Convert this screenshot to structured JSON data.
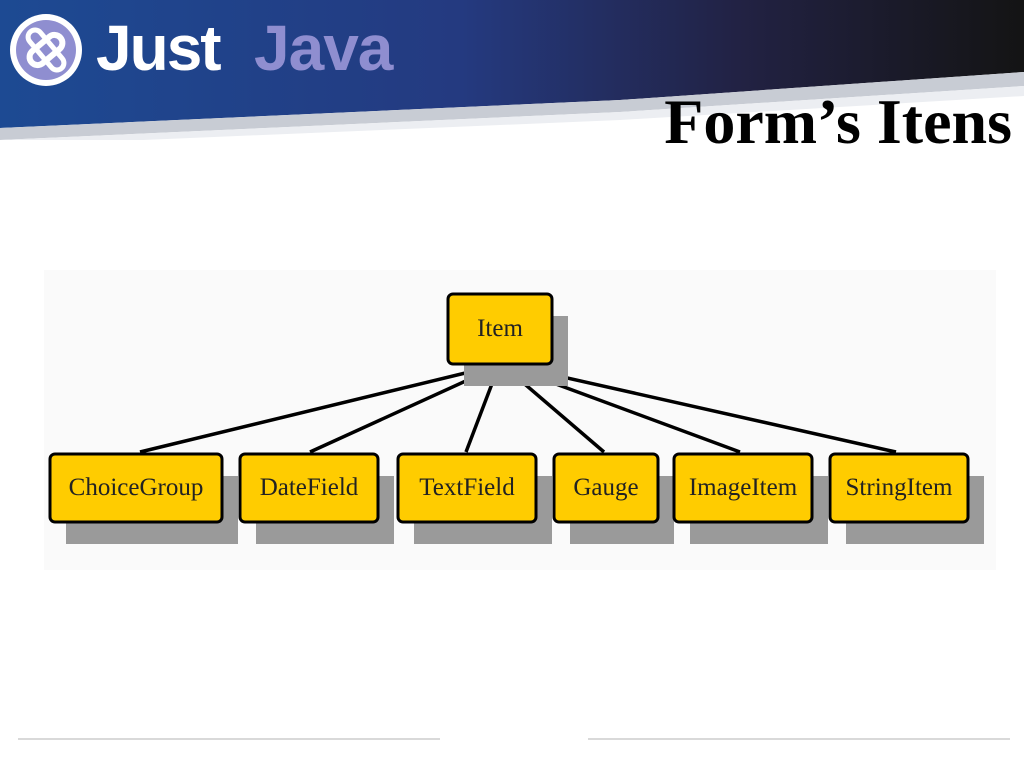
{
  "logo": {
    "word1": "Just",
    "word2": "Java"
  },
  "slide": {
    "title": "Form’s Itens"
  },
  "diagram": {
    "parent": "Item",
    "children": [
      "ChoiceGroup",
      "DateField",
      "TextField",
      "Gauge",
      "ImageItem",
      "StringItem"
    ]
  },
  "colors": {
    "node_fill": "#ffcc00",
    "node_stroke": "#000000",
    "shadow": "#9a9a9a",
    "banner_blue": "#1c3f86",
    "banner_dark": "#1a1a1a",
    "logo_java": "#8f8ed0"
  }
}
